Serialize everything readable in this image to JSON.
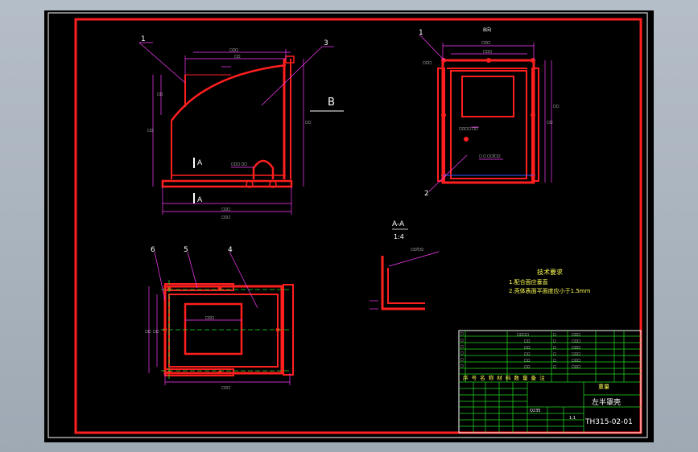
{
  "labels": {
    "balloon_1_top": "1",
    "balloon_3": "3",
    "balloon_1_right": "1",
    "balloon_2": "2",
    "balloon_6": "6",
    "balloon_5": "5",
    "balloon_4": "4",
    "view_b": "B",
    "view_b_title": "B向",
    "section_a_top": "A",
    "section_a_bottom": "A",
    "section_title": "A-A",
    "section_scale": "1:4"
  },
  "notes": {
    "title": "技术要求",
    "line1": "1.配合面应垂直",
    "line2": "2.壳体表面平面度应小于1.5mm"
  },
  "title_block": {
    "part_name": "左半罩壳",
    "drawing_no": "TH315-02-01",
    "header": "序 号 名 称 材 料 数 量 备 注",
    "material": "Q235",
    "scale": "1:1",
    "company": "重量"
  },
  "colors": {
    "frame": "#ff1f1f",
    "dimension": "#ff3cff",
    "centerline": "#22dd22",
    "text_white": "#ffffff",
    "text_yellow": "#ffff55",
    "blue": "#3355ff",
    "cyan": "#44e0ff"
  }
}
